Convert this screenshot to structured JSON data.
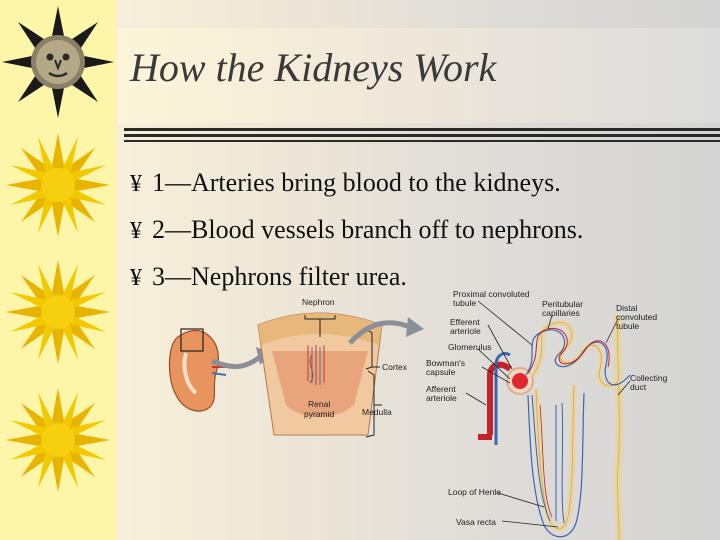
{
  "slide": {
    "title": "How the Kidneys Work",
    "bullet_symbol": "¥",
    "bullets": [
      "1—Arteries bring blood to the kidneys.",
      "2—Blood vessels branch off to nephrons.",
      "3—Nephrons filter urea."
    ]
  },
  "diagram": {
    "labels": {
      "nephron": "Nephron",
      "cortex": "Cortex",
      "renal": "Renal",
      "pyramid": "pyramid",
      "medulla": "Medulla",
      "proximal_1": "Proximal convoluted",
      "proximal_2": "tubule",
      "peritubular_1": "Peritubular",
      "peritubular_2": "capillaries",
      "distal_1": "Distal",
      "distal_2": "convoluted",
      "distal_3": "tubule",
      "efferent_1": "Efferent",
      "efferent_2": "arteriole",
      "glomerulus": "Glomerulus",
      "bowmans_1": "Bowman's",
      "bowmans_2": "capsule",
      "afferent_1": "Afferent",
      "afferent_2": "arteriole",
      "collecting_1": "Collecting",
      "collecting_2": "duct",
      "loop": "Loop of Henle",
      "vasa": "Vasa recta"
    }
  }
}
